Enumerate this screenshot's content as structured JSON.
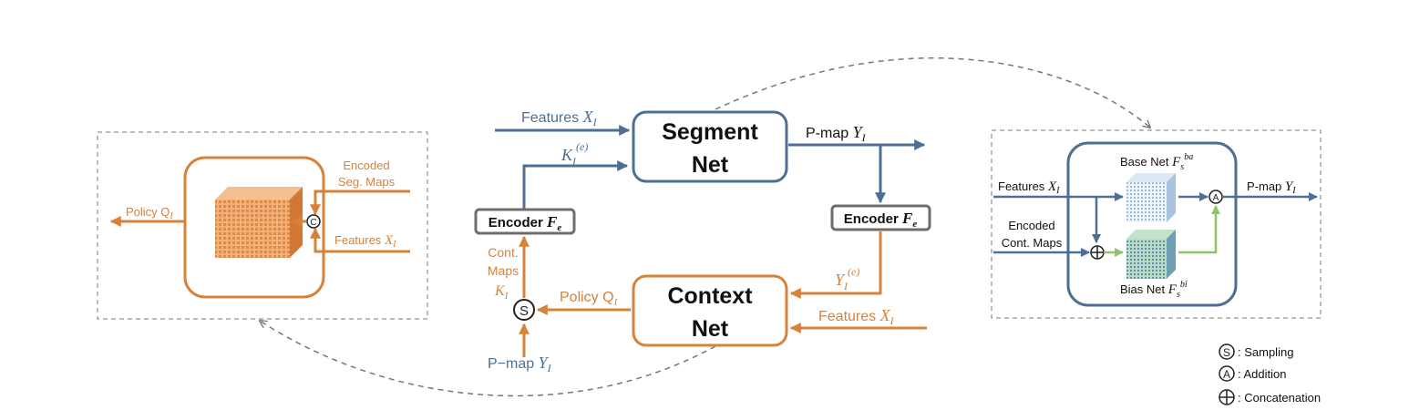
{
  "colors": {
    "blue": "#4d6f96",
    "orange": "#d6823b",
    "green": "#8cc56a",
    "gray": "#6d6d6d"
  },
  "center": {
    "segment_net": {
      "line1": "Segment",
      "line2": "Net"
    },
    "context_net": {
      "line1": "Context",
      "line2": "Net"
    },
    "features_top": {
      "text": "Features",
      "var": "X",
      "sub": "I"
    },
    "k_label": {
      "var": "K",
      "sub": "I",
      "sup": "(e)"
    },
    "pmap_out": {
      "text": "P-map",
      "var": "Y",
      "sub": "I"
    },
    "encoder_left": {
      "text": "Encoder",
      "var": "F",
      "sub": "e"
    },
    "encoder_right": {
      "text": "Encoder",
      "var": "F",
      "sub": "e"
    },
    "y_label": {
      "var": "Y",
      "sub": "I",
      "sup": "(e)"
    },
    "cont_maps": {
      "line1": "Cont.",
      "line2": "Maps",
      "var": "K",
      "sub": "I"
    },
    "policy": {
      "text": "Policy Q",
      "sub": "I"
    },
    "sampling_symbol": "S",
    "features_bottom": {
      "text": "Features",
      "var": "X",
      "sub": "I"
    },
    "pmap_bottom": {
      "text": "P−map",
      "var": "Y",
      "sub": "I"
    }
  },
  "left_panel": {
    "encoded_seg": {
      "line1": "Encoded",
      "line2": "Seg. Maps"
    },
    "features": {
      "text": "Features",
      "var": "X",
      "sub": "I"
    },
    "policy": {
      "text": "Policy Q",
      "sub": "I"
    },
    "concat_symbol": "C"
  },
  "right_panel": {
    "base_net": {
      "text": "Base Net",
      "var": "F",
      "sub": "s",
      "sup": "ba"
    },
    "bias_net": {
      "text": "Bias Net",
      "var": "F",
      "sub": "s",
      "sup": "bi"
    },
    "features": {
      "text": "Features",
      "var": "X",
      "sub": "I"
    },
    "encoded_cont": {
      "line1": "Encoded",
      "line2": "Cont. Maps"
    },
    "pmap": {
      "text": "P-map",
      "var": "Y",
      "sub": "I"
    },
    "addition_symbol": "A"
  },
  "legend": [
    {
      "symbol": "S",
      "label": ": Sampling",
      "icon": "sampling-icon"
    },
    {
      "symbol": "A",
      "label": ": Addition",
      "icon": "addition-icon"
    },
    {
      "symbol": "+",
      "label": ": Concatenation",
      "icon": "concatenation-icon"
    }
  ]
}
